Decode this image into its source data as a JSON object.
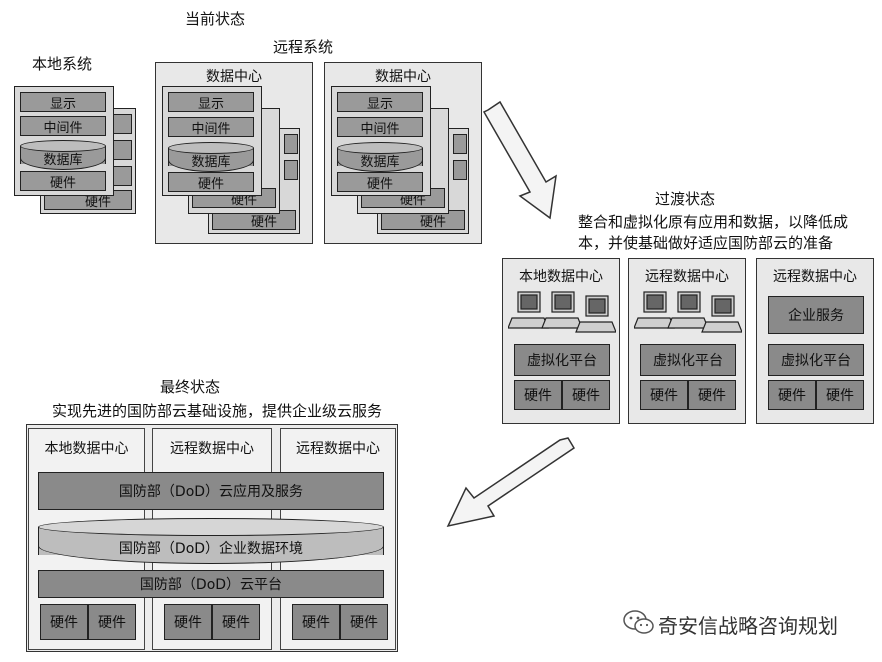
{
  "current": {
    "title": "当前状态",
    "local_system": "本地系统",
    "remote_system": "远程系统",
    "data_center": "数据中心",
    "layers": [
      "显示",
      "中间件",
      "数据库",
      "硬件"
    ],
    "back_hw": "硬件"
  },
  "transition": {
    "title": "过渡状态",
    "desc_line1": "整合和虚拟化原有应用和数据，以降低成",
    "desc_line2": "本，并使基础做好适应国防部云的准备",
    "centers": [
      {
        "name": "本地数据中心",
        "platform": "虚拟化平台",
        "hw": [
          "硬件",
          "硬件"
        ]
      },
      {
        "name": "远程数据中心",
        "platform": "虚拟化平台",
        "hw": [
          "硬件",
          "硬件"
        ]
      },
      {
        "name": "远程数据中心",
        "service": "企业服务",
        "platform": "虚拟化平台",
        "hw": [
          "硬件",
          "硬件"
        ]
      }
    ]
  },
  "final": {
    "title": "最终状态",
    "desc": "实现先进的国防部云基础设施，提供企业级云服务",
    "centers": [
      "本地数据中心",
      "远程数据中心",
      "远程数据中心"
    ],
    "apps": "国防部（DoD）云应用及服务",
    "data_env": "国防部（DoD）企业数据环境",
    "platform": "国防部（DoD）云平台",
    "hw": [
      "硬件",
      "硬件",
      "硬件",
      "硬件",
      "硬件",
      "硬件"
    ]
  },
  "watermark": "奇安信战略咨询规划",
  "colors": {
    "dark_box": "#8a8a8a",
    "panel": "#e8e8e8"
  }
}
